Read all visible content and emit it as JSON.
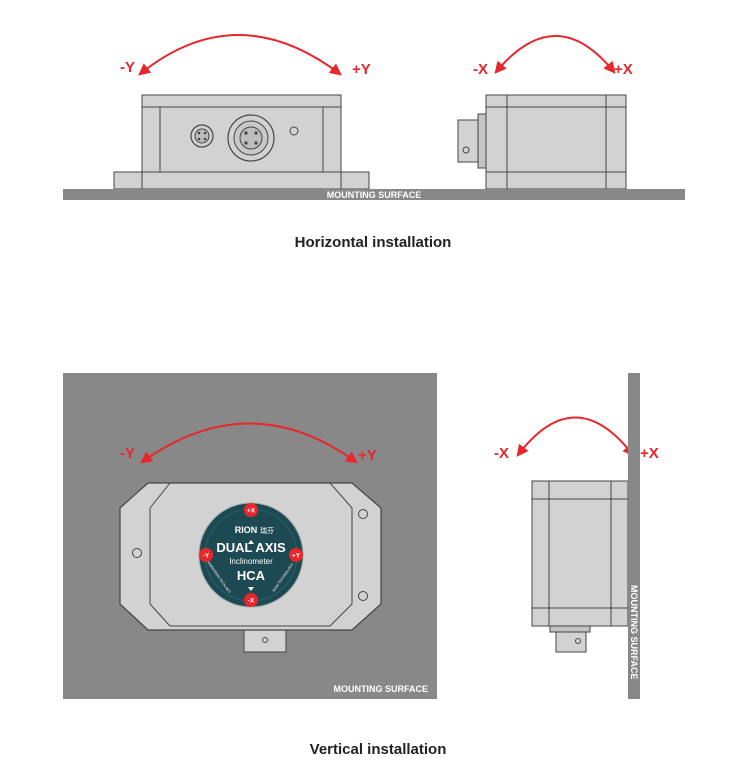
{
  "colors": {
    "arrow_red": "#e8262b",
    "surface_gray": "#888888",
    "device_fill": "#d2d2d2",
    "device_stroke": "#444444",
    "label_face": "#1d4a52"
  },
  "horizontal": {
    "caption": "Horizontal installation",
    "surface_label": "MOUNTING SURFACE",
    "front_view": {
      "axis_left": "-Y",
      "axis_right": "+Y"
    },
    "side_view": {
      "axis_left": "-X",
      "axis_right": "+X"
    }
  },
  "vertical": {
    "caption": "Vertical installation",
    "surface_label_wall": "MOUNTING SURFACE",
    "surface_label_side": "MOUNTING SURFACE",
    "front_view": {
      "axis_left": "-Y",
      "axis_right": "+Y"
    },
    "side_view": {
      "axis_left": "-X",
      "axis_right": "+X"
    }
  },
  "device_label": {
    "brand": "RION",
    "brand_cn": "瑞芬",
    "title": "DUAL AXIS",
    "subtitle": "Inclinometer",
    "model": "HCA",
    "mark_top": "+X",
    "mark_bottom": "-X",
    "mark_left": "-Y",
    "mark_right": "+Y",
    "url_left": "WWW.RION-TECH.NET",
    "url_right": "RION TECHNOLOGY"
  }
}
